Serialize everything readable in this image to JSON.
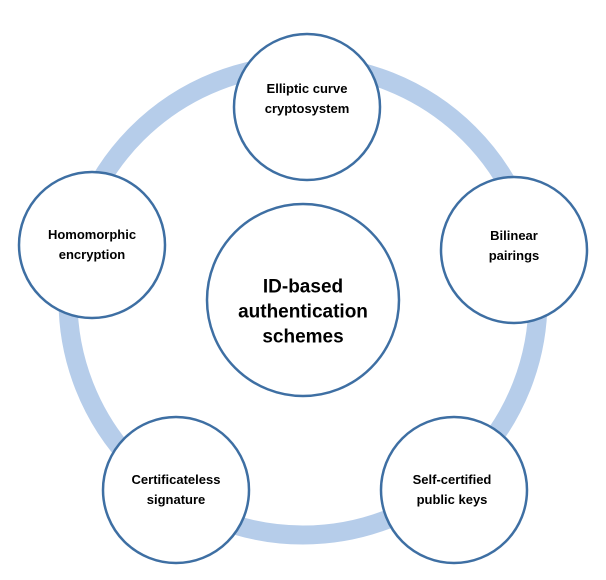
{
  "diagram": {
    "center": {
      "label": "ID-based\nauthentication\nschemes"
    },
    "nodes": [
      {
        "label": "Elliptic curve\ncryptosystem"
      },
      {
        "label": "Bilinear\npairings"
      },
      {
        "label": "Self-certified\npublic keys"
      },
      {
        "label": "Certificateless\nsignature"
      },
      {
        "label": "Homomorphic\nencryption"
      }
    ],
    "colors": {
      "ring": "#b6cdea",
      "node_border": "#3e6fa3",
      "node_fill": "#ffffff",
      "text": "#000000"
    }
  }
}
